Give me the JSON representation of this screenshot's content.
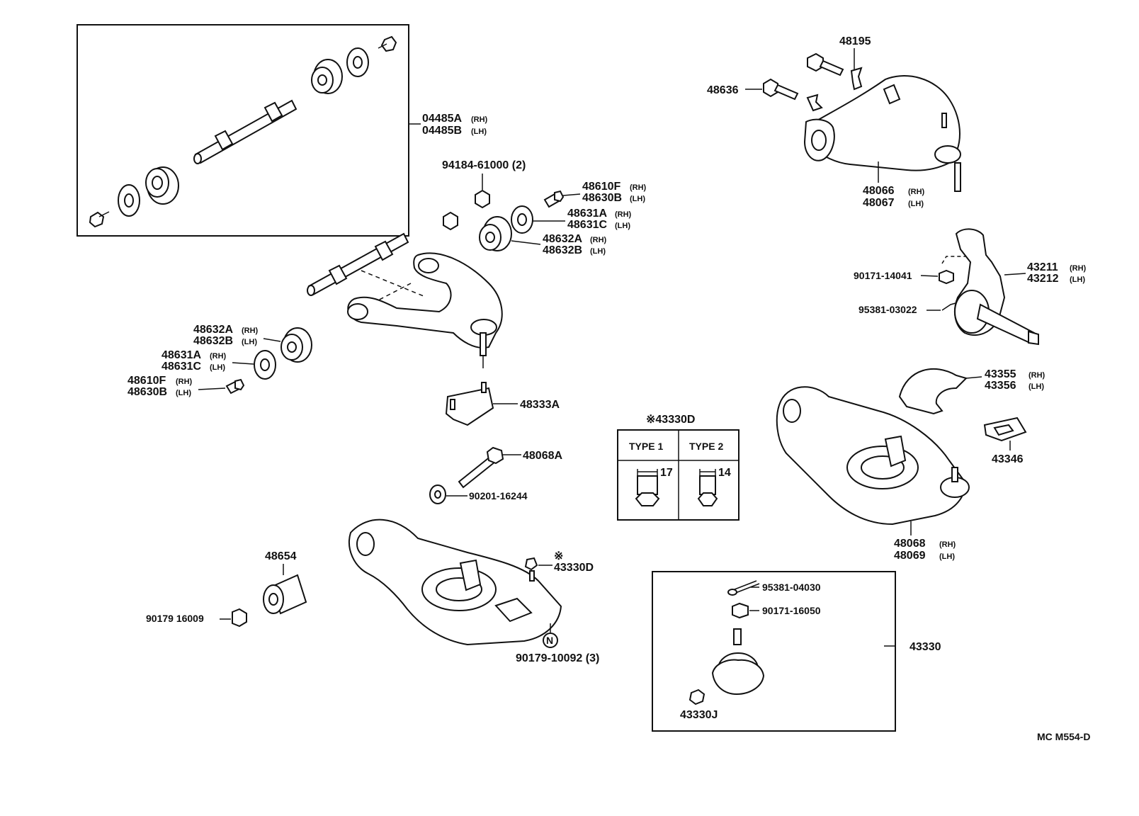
{
  "title_code": "MC  M554-D",
  "callouts": {
    "kit_a": "04485A",
    "kit_a_side": "(RH)",
    "kit_b": "04485B",
    "kit_b_side": "(LH)",
    "nut_upper": "94184-61000 (2)",
    "bolt_top_a": "48610F",
    "bolt_top_a_side": "(RH)",
    "bolt_top_b": "48630B",
    "bolt_top_b_side": "(LH)",
    "washer_top_a": "48631A",
    "washer_top_a_side": "(RH)",
    "washer_top_b": "48631C",
    "washer_top_b_side": "(LH)",
    "bush_top_a": "48632A",
    "bush_top_a_side": "(RH)",
    "bush_top_b": "48632B",
    "bush_top_b_side": "(LH)",
    "bush_left_a": "48632A",
    "bush_left_a_side": "(RH)",
    "bush_left_b": "48632B",
    "bush_left_b_side": "(LH)",
    "washer_left_a": "48631A",
    "washer_left_a_side": "(RH)",
    "washer_left_b": "48631C",
    "washer_left_b_side": "(LH)",
    "bolt_left_a": "48610F",
    "bolt_left_a_side": "(RH)",
    "bolt_left_b": "48630B",
    "bolt_left_b_side": "(LH)",
    "plate": "48333A",
    "bolt_lower": "48068A",
    "washer_lower": "90201-16244",
    "bushing_lower": "48654",
    "nut_bushing": "90179 16009",
    "star_bolt": "※",
    "star_bolt_part": "43330D",
    "nut_n": "90179-10092 (3)",
    "clip_top": "48195",
    "bolt_cam": "48636",
    "arm_upper_a": "48066",
    "arm_upper_a_side": "(RH)",
    "arm_upper_b": "48067",
    "arm_upper_b_side": "(LH)",
    "nut_knuckle": "90171-14041",
    "pin_knuckle": "95381-03022",
    "knuckle_a": "43211",
    "knuckle_a_side": "(RH)",
    "knuckle_b": "43212",
    "knuckle_b_side": "(LH)",
    "shield_a": "43355",
    "shield_a_side": "(RH)",
    "shield_b": "43356",
    "shield_b_side": "(LH)",
    "bumper": "43346",
    "arm_lower_a": "48068",
    "arm_lower_a_side": "(RH)",
    "arm_lower_b": "48069",
    "arm_lower_b_side": "(LH)",
    "pin_balljoint": "95381-04030",
    "nut_balljoint": "90171-16050",
    "balljoint_assy": "43330",
    "balljoint_bolt": "43330J"
  },
  "type_table": {
    "heading": "※43330D",
    "type1": "TYPE 1",
    "type2": "TYPE 2",
    "dim1": "17",
    "dim2": "14"
  },
  "nut_marker": "N"
}
